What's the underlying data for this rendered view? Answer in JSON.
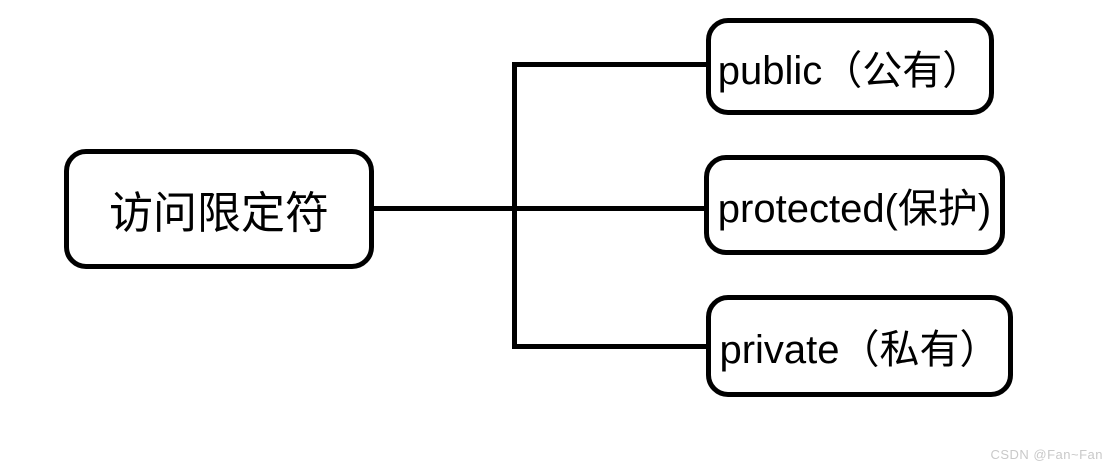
{
  "diagram": {
    "root": {
      "label": "访问限定符"
    },
    "children": [
      {
        "label": "public（公有）"
      },
      {
        "label": "protected(保护)"
      },
      {
        "label": "private（私有）"
      }
    ],
    "line_color": "#000000",
    "box_border_color": "#000000",
    "background_color": "#ffffff"
  },
  "watermark": {
    "text": "CSDN @Fan~Fan",
    "color": "#c9c9c9"
  }
}
